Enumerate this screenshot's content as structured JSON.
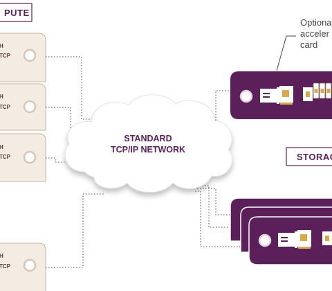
{
  "compute_label": "PUTE",
  "storage_label": "STORAG",
  "network_line1": "STANDARD",
  "network_line2": "TCP/IP NETWORK",
  "annotation": {
    "line1": "Optiona",
    "line2": "acceler",
    "line3": "card"
  },
  "compute_nodes": [
    {
      "line1": "H",
      "line2": "TCP"
    },
    {
      "line1": "H",
      "line2": "TCP"
    },
    {
      "line1": "H",
      "line2": "TCP"
    },
    {
      "line1": "H",
      "line2": "TCP"
    }
  ],
  "colors": {
    "purple": "#5b1f5a",
    "node_fill": "#f4ebe3",
    "node_stroke": "#c8b3a3",
    "card_fill": "#e9ddd3",
    "chip_yellow": "#d8a94a"
  }
}
